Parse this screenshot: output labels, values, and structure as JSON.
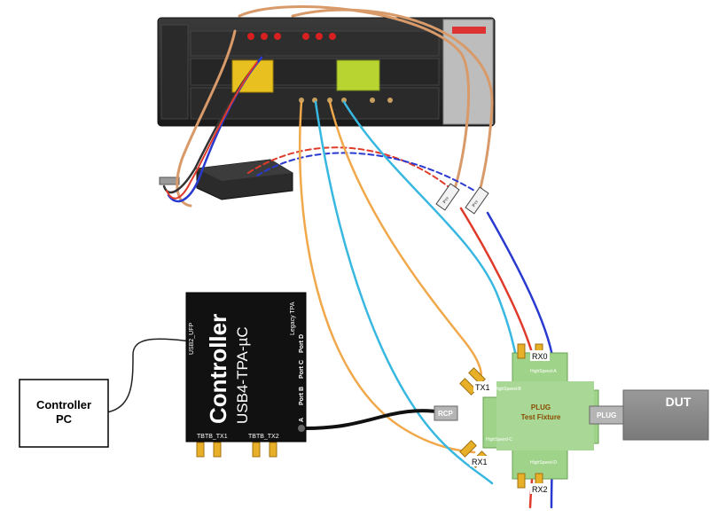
{
  "controller_pc": {
    "line1": "Controller",
    "line2": "PC"
  },
  "controller": {
    "title": "Controller",
    "subtitle": "USB4-TPA-µC",
    "usb2_ufp": "USB2_UFP",
    "legacy_tpa": "Legacy TPA",
    "port_d": "Port D",
    "port_c": "Port C",
    "port_b": "Port B",
    "port_a": "A",
    "tbtb_tx1": "TBTB_TX1",
    "tbtb_tx2": "TBTB_TX2"
  },
  "fixture": {
    "title_line1": "PLUG",
    "title_line2": "Test Fixture",
    "hs_b": "HighSpeed-B",
    "hs_c": "HighSpeed-C",
    "hs_a": "HighSpeed-A",
    "hs_d": "HighSpeed-D",
    "tx1": "TX1",
    "rx0": "RX0",
    "rx1": "RX1",
    "rx2": "RX2",
    "rcp": "RCP",
    "plug": "PLUG"
  },
  "dut": {
    "label": "DUT"
  },
  "probes": {
    "p1": "Pᴛᴛ",
    "p2": "Pᴛᴛ"
  },
  "colors": {
    "orange_cable": "#f0a84a",
    "cyan_cable": "#38b8e0",
    "red_cable": "#e03a2a",
    "blue_cable": "#2a3ad0",
    "copper_cable": "#d99a6a",
    "fixture_green": "#9fd38a",
    "sma_gold": "#e8b028",
    "dut_gray": "#8c8c8c",
    "controller_black": "#111111"
  }
}
